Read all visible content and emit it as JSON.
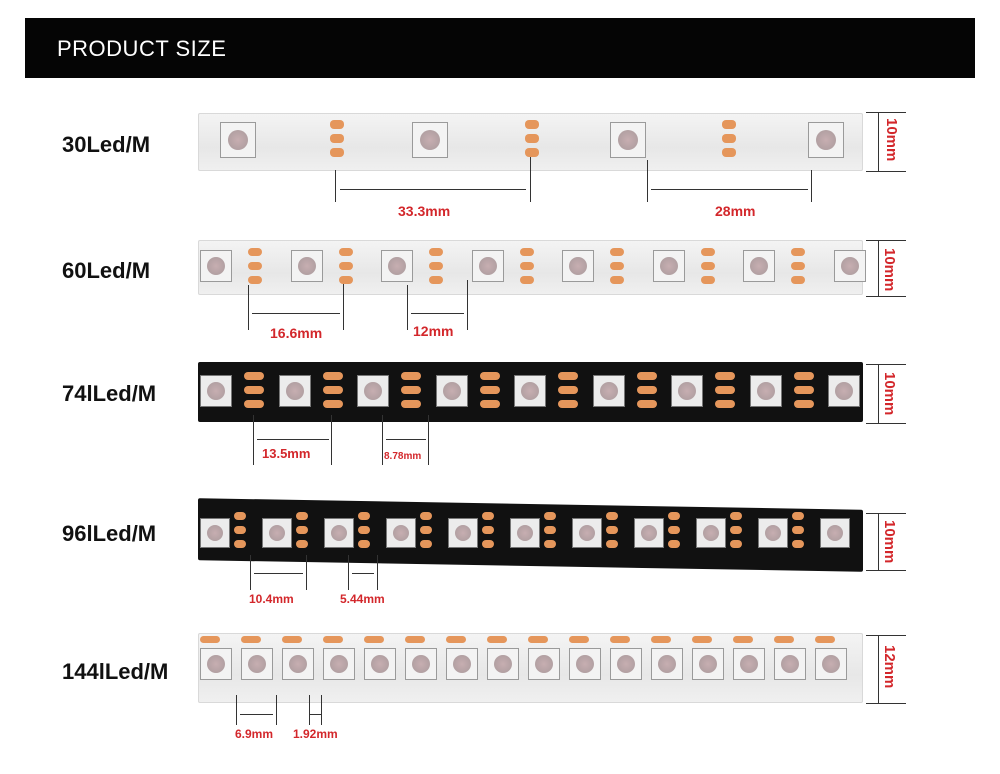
{
  "header": {
    "title": "PRODUCT SIZE"
  },
  "rows": [
    {
      "label": "30Led/M",
      "height_label": "10mm",
      "dims": [
        "33.3mm",
        "28mm"
      ]
    },
    {
      "label": "60Led/M",
      "height_label": "10mm",
      "dims": [
        "16.6mm",
        "12mm"
      ]
    },
    {
      "label": "74lLed/M",
      "height_label": "10mm",
      "dims": [
        "13.5mm",
        "8.78mm"
      ]
    },
    {
      "label": "96lLed/M",
      "height_label": "10mm",
      "dims": [
        "10.4mm",
        "5.44mm"
      ]
    },
    {
      "label": "144lLed/M",
      "height_label": "12mm",
      "dims": [
        "6.9mm",
        "1.92mm"
      ]
    }
  ],
  "colors": {
    "banner": "#050505",
    "dimension_text": "#d3272b",
    "pad": "#e5965b"
  }
}
